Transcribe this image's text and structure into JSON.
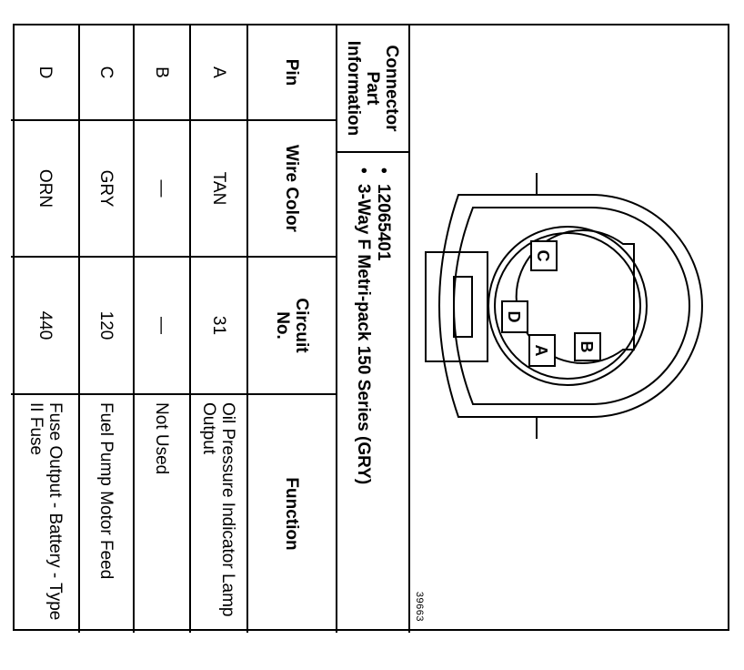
{
  "diagram_id": "39663",
  "connector": {
    "header": "Connector Part Information",
    "info": [
      "12065401",
      "3-Way F Metri-pack 150 Series (GRY)"
    ]
  },
  "table": {
    "headers": {
      "pin": "Pin",
      "wire_color": "Wire Color",
      "circuit_no": "Circuit No.",
      "function": "Function"
    },
    "rows": [
      {
        "pin": "A",
        "wire_color": "TAN",
        "circuit_no": "31",
        "function": "Oil Pressure Indicator Lamp Output"
      },
      {
        "pin": "B",
        "wire_color": "—",
        "circuit_no": "—",
        "function": "Not Used"
      },
      {
        "pin": "C",
        "wire_color": "GRY",
        "circuit_no": "120",
        "function": "Fuel Pump Motor Feed"
      },
      {
        "pin": "D",
        "wire_color": "ORN",
        "circuit_no": "440",
        "function": "Fuse Output - Battery - Type II Fuse"
      }
    ]
  },
  "pin_labels": [
    "A",
    "B",
    "C",
    "D"
  ]
}
